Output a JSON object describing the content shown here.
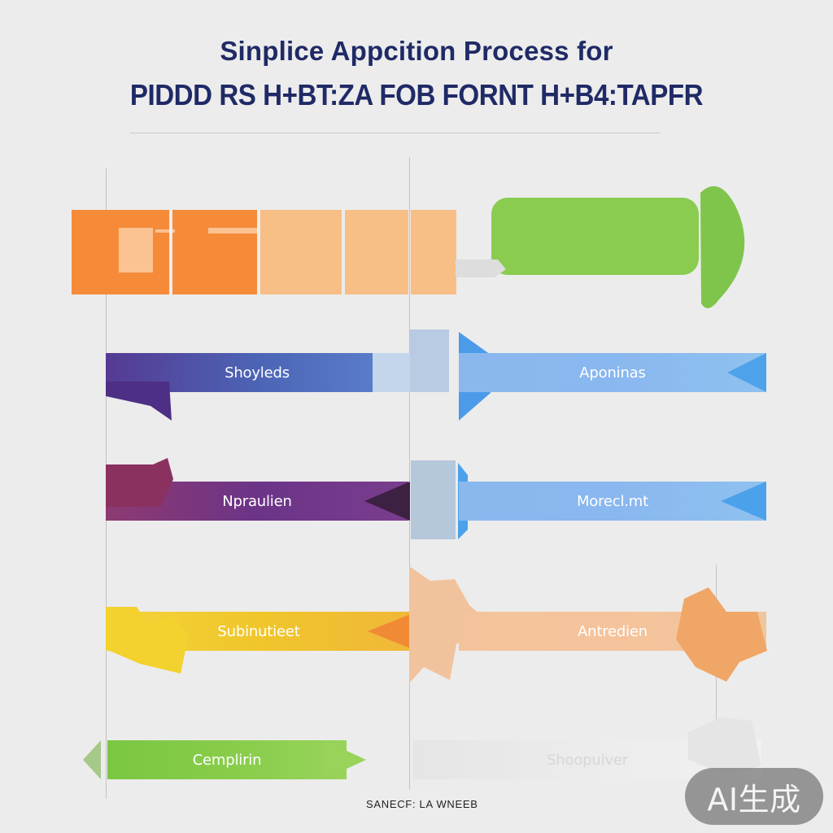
{
  "header": {
    "title_line_1": "Sinplice Appcition Process for",
    "title_line_2": "PIDDD RS H+BT:ZA FOB FORNT H+B4:TAPFR"
  },
  "diagram": {
    "steps_left": [
      {
        "label": "Shoyleds"
      },
      {
        "label": "Npraulien"
      },
      {
        "label": "Subinutieet"
      },
      {
        "label": "Cemplirin"
      }
    ],
    "steps_right": [
      {
        "label": "Aponinas"
      },
      {
        "label": "Morecl.mt"
      },
      {
        "label": "Antredien"
      },
      {
        "label": "Shoopuiver"
      }
    ]
  },
  "footer": {
    "caption": "SANECF: LA WNEEB"
  },
  "watermark": {
    "text": "AI生成"
  },
  "colors": {
    "title": "#1f2a66",
    "orange": "#f58b39",
    "green": "#7ac743",
    "blue": "#5ca4ee",
    "purple": "#6b3487",
    "yellow": "#f0c62b"
  }
}
